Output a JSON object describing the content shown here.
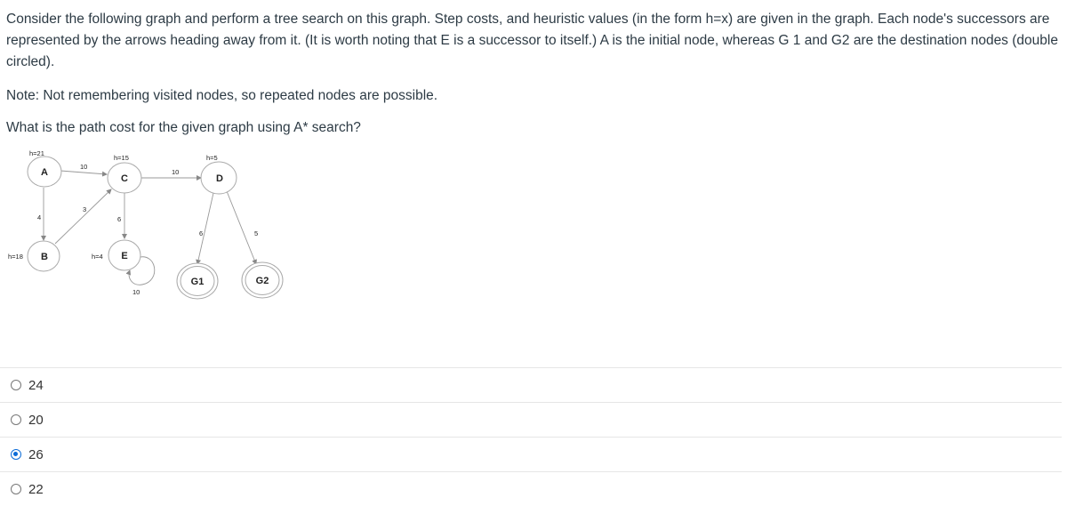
{
  "question": {
    "intro": "Consider the following graph and perform a tree search on this graph. Step costs, and heuristic values (in the form h=x) are given in the graph. Each node's successors are represented by the arrows heading away from it. (It is worth noting that E is a successor to itself.) A is the initial node, whereas G 1 and G2 are the destination nodes (double circled).",
    "note": "Note: Not remembering visited nodes, so repeated nodes are possible.",
    "ask": "What is the path cost for the given graph using A* search?"
  },
  "graph": {
    "nodes": {
      "A": {
        "label": "A",
        "h": "h=21"
      },
      "B": {
        "label": "B",
        "h": "h=18"
      },
      "C": {
        "label": "C",
        "h": "h=15"
      },
      "D": {
        "label": "D",
        "h": "h=5"
      },
      "E": {
        "label": "E",
        "h": "h=4"
      },
      "G1": {
        "label": "G1"
      },
      "G2": {
        "label": "G2"
      }
    },
    "edges": {
      "A_C": "10",
      "A_B": "4",
      "B_C": "3",
      "C_D": "10",
      "C_E": "6",
      "D_G1": "6",
      "D_G2": "5",
      "E_E": "10"
    }
  },
  "answers": [
    {
      "label": "24",
      "selected": false
    },
    {
      "label": "20",
      "selected": false
    },
    {
      "label": "26",
      "selected": true
    },
    {
      "label": "22",
      "selected": false
    }
  ],
  "colors": {
    "radio_selected": "#0b6cd8",
    "text": "#2d3b45"
  }
}
